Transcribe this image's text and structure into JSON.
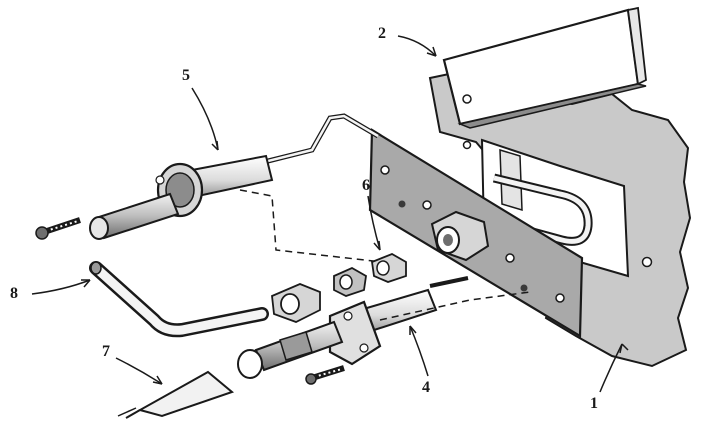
{
  "colors": {
    "ink": "#1a1a1a",
    "housing": "#c9c9c9",
    "plate": "#a9a9a9",
    "metal_light": "#d6d6d6",
    "metal_dark": "#8c8c8c",
    "paper": "#ffffff"
  },
  "callouts": {
    "c1": "1",
    "c2": "2",
    "c4": "4",
    "c5": "5",
    "c6": "6",
    "c7": "7",
    "c8": "8"
  }
}
